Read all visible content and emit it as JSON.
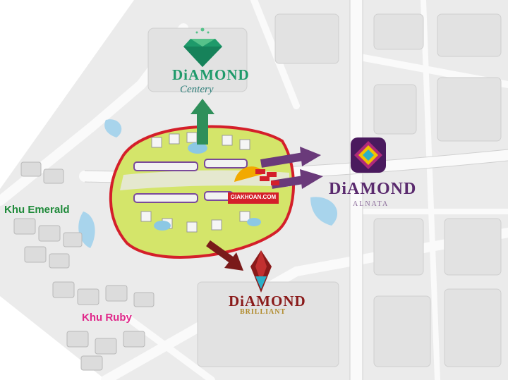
{
  "zones": {
    "emerald": "Khu Emerald",
    "ruby": "Khu Ruby"
  },
  "projects": {
    "centery": {
      "name": "DiAMOND",
      "sub": "Centery"
    },
    "alnata": {
      "name": "DiAMOND",
      "sub": "ALNATA"
    },
    "brilliant": {
      "name": "DiAMOND",
      "sub": "BRILLIANT"
    }
  },
  "watermark": "GIAKHOAN.COM",
  "colors": {
    "emerald_label": "#1f8a3a",
    "ruby_label": "#e0288a",
    "centery": "#1e9a6a",
    "alnata": "#5a2a6e",
    "brilliant": "#8a1a1a",
    "site_outline": "#d41f2a",
    "site_fill": "#d4e56a",
    "arrow_green": "#2f8f5a",
    "arrow_purple": "#6a3a7a",
    "arrow_red": "#7a1a1a"
  }
}
